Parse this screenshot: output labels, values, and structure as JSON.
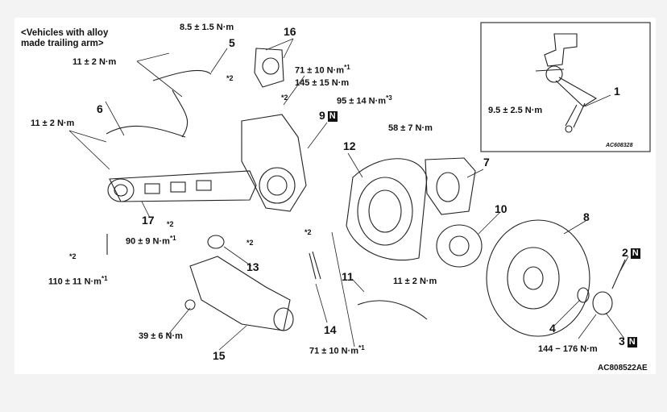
{
  "diagram": {
    "variant_note_line1": "<Vehicles with alloy",
    "variant_note_line2": "made trailing arm>",
    "ref_code": "AC808522AE",
    "inset_ref_code": "AC608328",
    "new_part_mark": "N",
    "torques": {
      "t_8_5": "8.5 ± 1.5 N·m",
      "t_11_top": "11 ± 2 N·m",
      "t_11_left": "11 ± 2 N·m",
      "t_71_top": "71 ± 10 N·m",
      "t_145": "145 ± 15 N·m",
      "t_95": "95 ± 14 N·m",
      "t_58": "58 ± 7 N·m",
      "t_90": "90 ± 9 N·m",
      "t_110": "110 ± 11 N·m",
      "t_11_right": "11 ± 2 N·m",
      "t_39": "39 ± 6 N·m",
      "t_71_bottom": "71 ± 10 N·m",
      "t_144": "144 − 176 N·m",
      "t_inset": "9.5 ± 2.5 N·m"
    },
    "superscripts": {
      "s1": "*1",
      "s3": "*3",
      "s2": "*2"
    },
    "callouts": [
      "1",
      "2",
      "3",
      "4",
      "5",
      "6",
      "7",
      "8",
      "9",
      "10",
      "11",
      "12",
      "13",
      "14",
      "15",
      "16",
      "17"
    ]
  }
}
